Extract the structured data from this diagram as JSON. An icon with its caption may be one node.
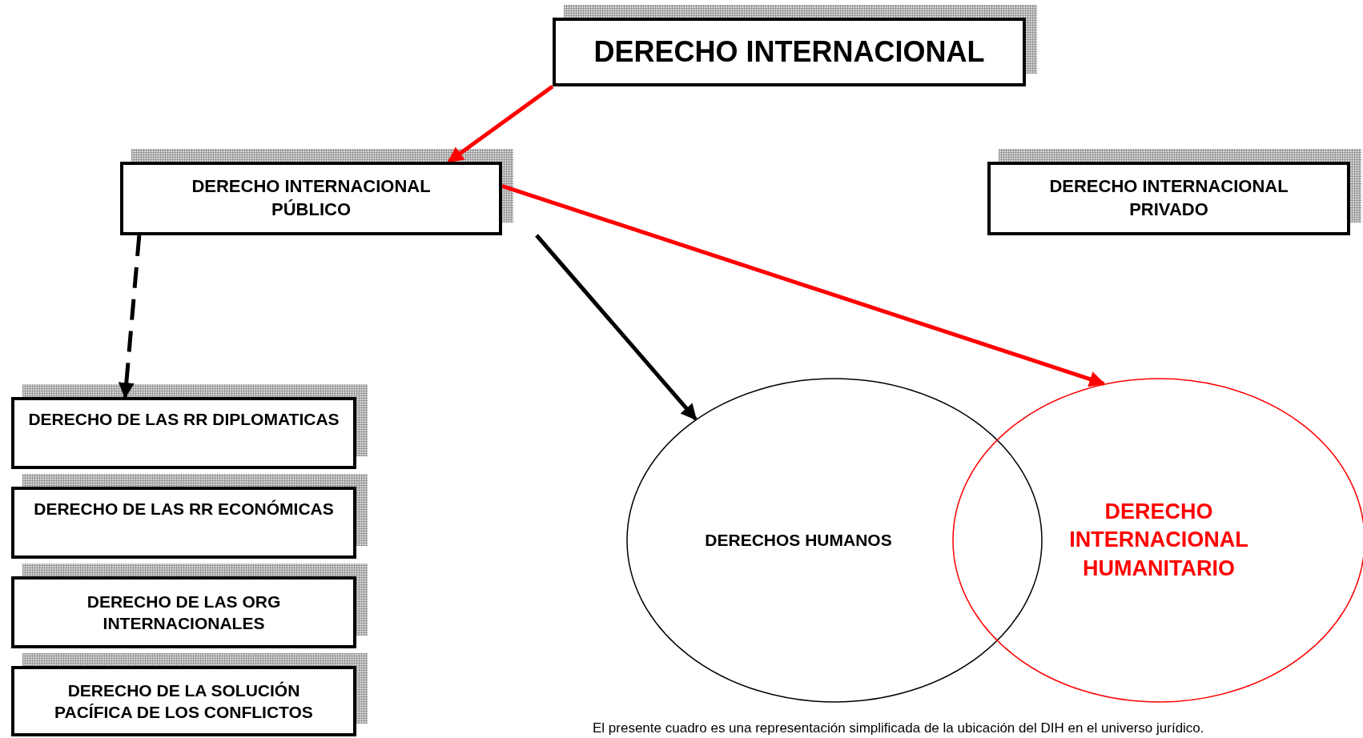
{
  "diagram": {
    "caption": "El presente cuadro es una representación simplificada de la ubicación del DIH en el universo jurídico.",
    "nodes": [
      {
        "text": [
          "DERECHO INTERNACIONAL"
        ]
      },
      {
        "text": [
          "DERECHO INTERNACIONAL PÚBLICO"
        ]
      },
      {
        "text": [
          "DERECHO INTERNACIONAL PRIVADO"
        ]
      },
      {
        "text": [
          "DERECHO DE LAS RR DIPLOMATICAS"
        ]
      },
      {
        "text": [
          "DERECHO DE LAS RR ECONÓMICAS"
        ]
      },
      {
        "text": [
          "DERECHO DE LAS ORG INTERNACIONALES"
        ]
      },
      {
        "text": [
          "DERECHO DE LA SOLUCIÓN PACÍFICA DE LOS CONFLICTOS"
        ]
      },
      {
        "text": [
          "DERECHOS HUMANOS"
        ]
      },
      {
        "text": [
          "DERECHO INTERNACIONAL HUMANITARIO"
        ]
      }
    ],
    "edges": [
      {
        "from": 0,
        "to": 1,
        "arrow": "to",
        "color": "#ff0000"
      },
      {
        "from": 1,
        "to": 3,
        "arrow": "to",
        "style": "dashed",
        "color": "#000000"
      },
      {
        "from": 1,
        "to": 7,
        "arrow": "to",
        "color": "#000000"
      },
      {
        "from": 1,
        "to": 8,
        "arrow": "to",
        "color": "#ff0000"
      }
    ]
  }
}
